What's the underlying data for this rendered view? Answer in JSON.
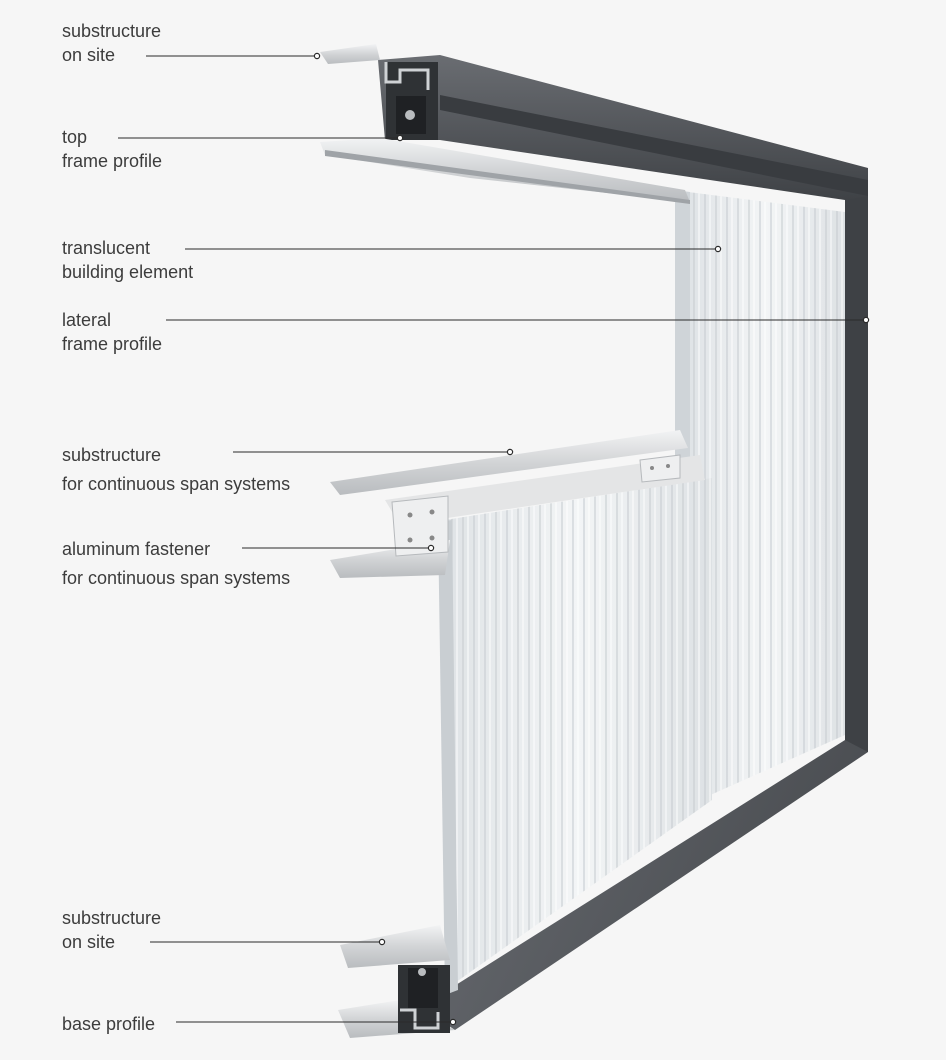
{
  "labels": {
    "substructure_on_site_top": [
      "substructure",
      "on site"
    ],
    "top_frame_profile": [
      "top",
      "frame profile"
    ],
    "translucent_building_element": [
      "translucent",
      "building element"
    ],
    "lateral_frame_profile": [
      "lateral",
      "frame profile"
    ],
    "substructure_continuous_span": [
      "substructure",
      "for continuous span systems"
    ],
    "aluminum_fastener": [
      "aluminum fastener",
      "for continuous span systems"
    ],
    "substructure_on_site_bottom": [
      "substructure",
      "on site"
    ],
    "base_profile": [
      "base profile"
    ]
  },
  "colors": {
    "background": "#f6f6f6",
    "frame": "#55585c",
    "frame_light": "#6d7075",
    "aluminum": "#d9dadb",
    "panel": "#e9ecee",
    "leader": "#2b2b2b",
    "text": "#3c3c3c"
  }
}
